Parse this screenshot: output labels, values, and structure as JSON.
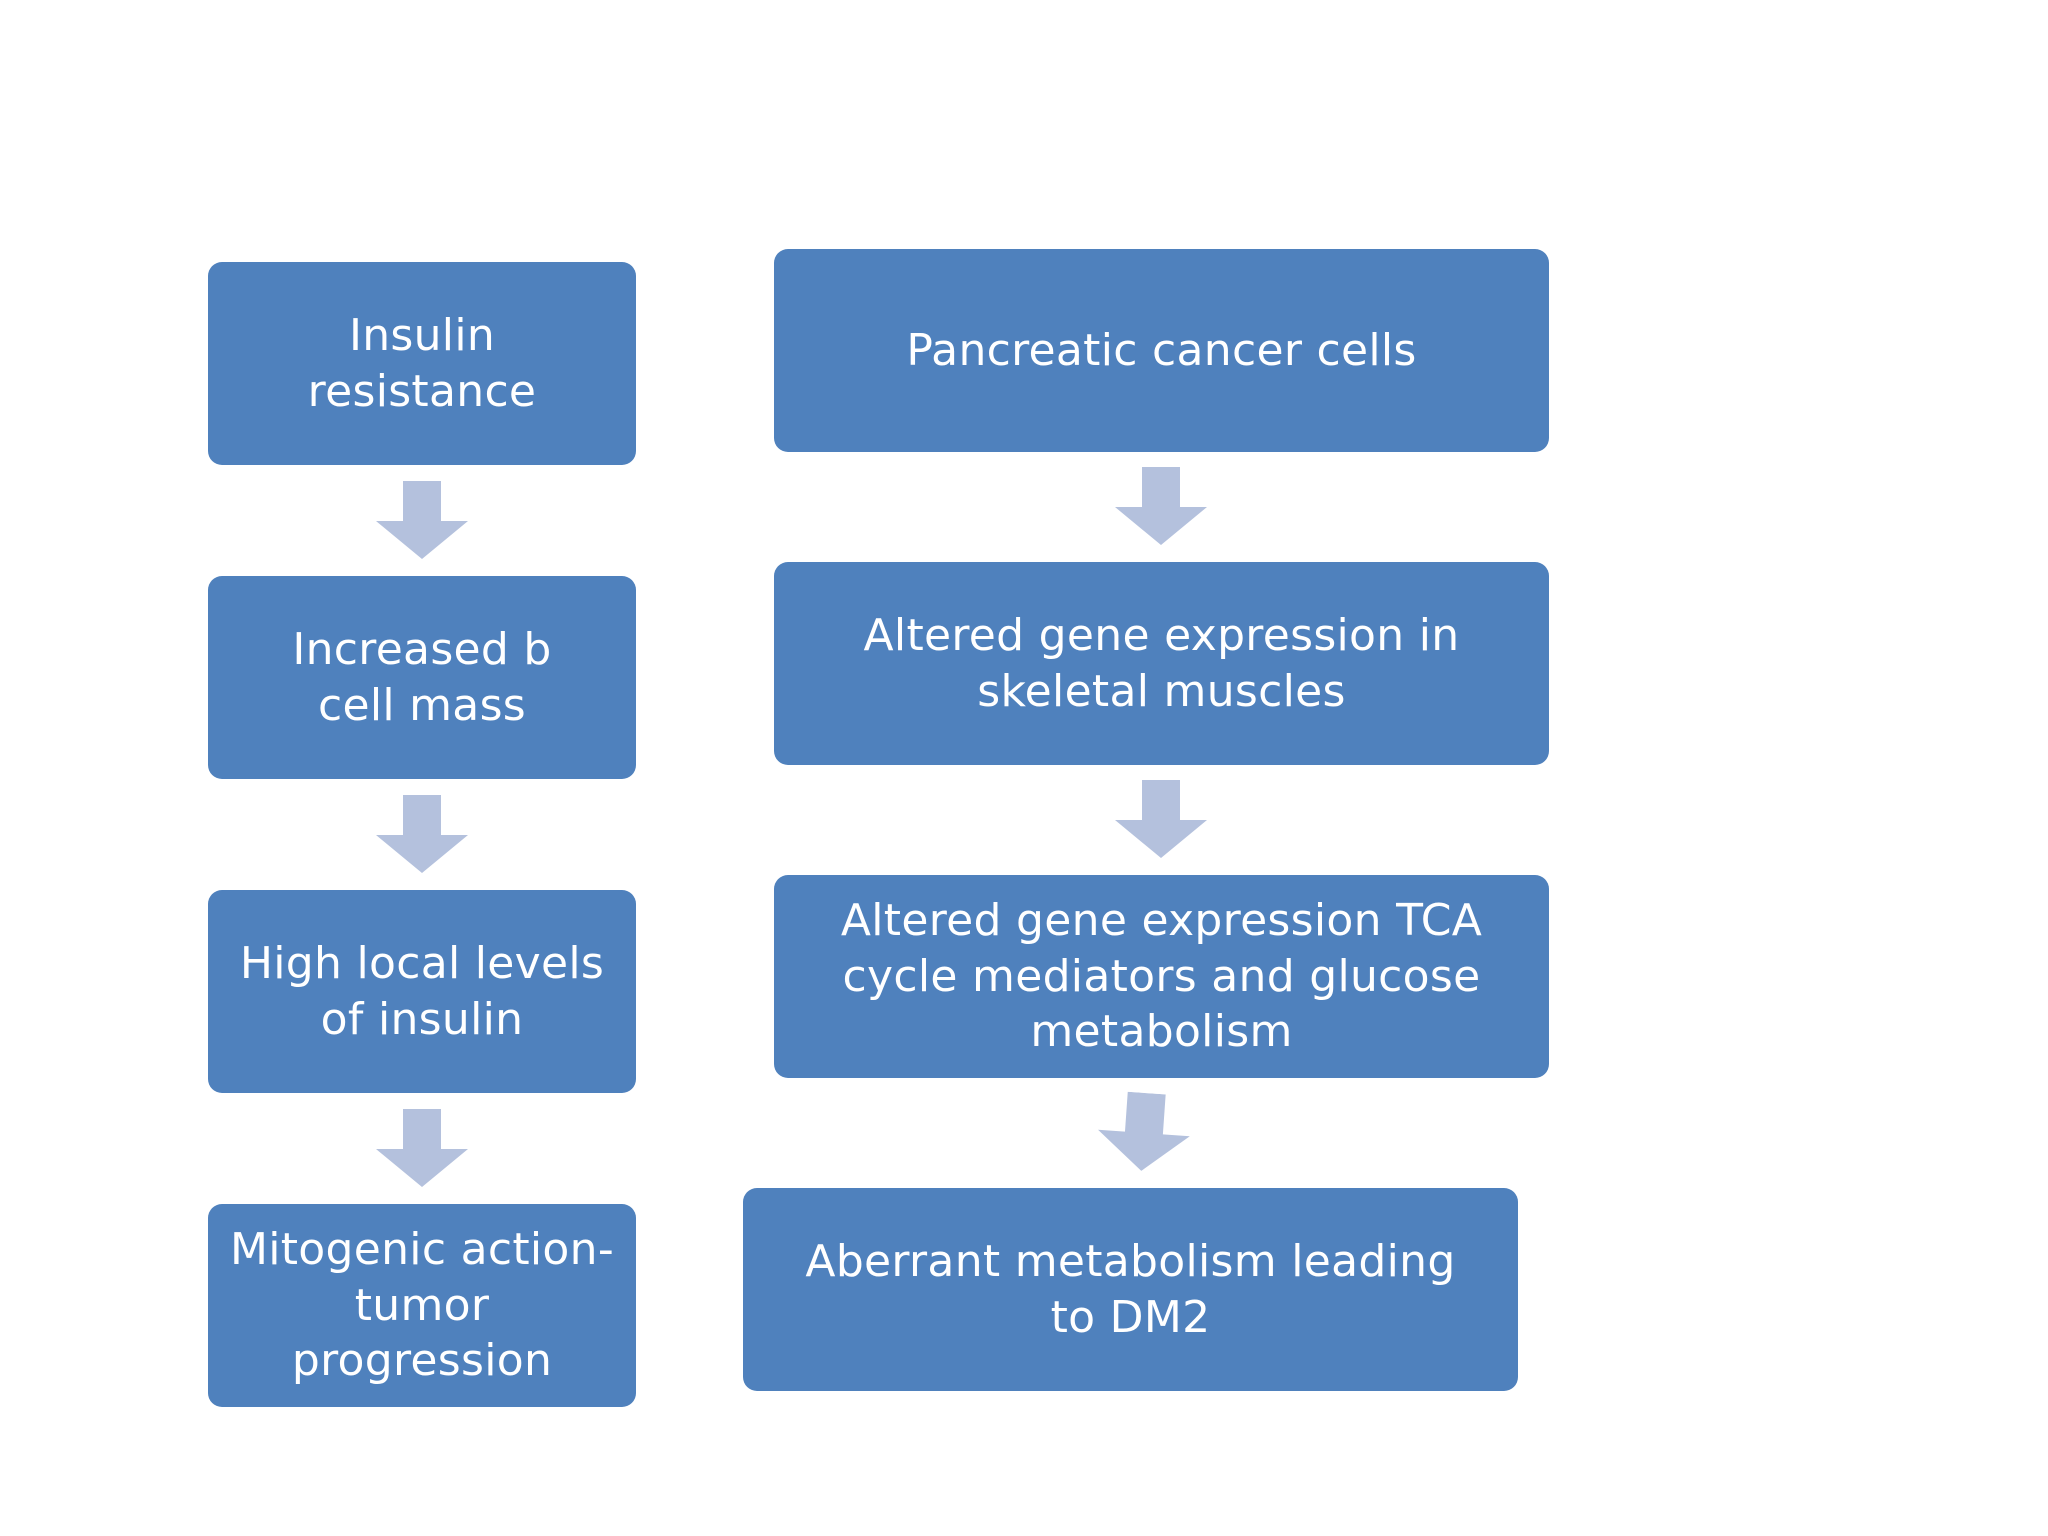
{
  "diagram": {
    "left_column": [
      {
        "label": "Insulin resistance"
      },
      {
        "label": "Increased b cell mass"
      },
      {
        "label": "High local levels of insulin"
      },
      {
        "label": "Mitogenic action- tumor progression"
      }
    ],
    "right_column": [
      {
        "label": "Pancreatic cancer cells"
      },
      {
        "label": "Altered gene expression in skeletal muscles"
      },
      {
        "label": "Altered gene expression TCA cycle mediators and glucose metabolism"
      },
      {
        "label": "Aberrant metabolism leading to DM2"
      }
    ],
    "colors": {
      "box_fill": "#4f81bd",
      "box_text": "#ffffff",
      "arrow_fill": "#b4c1dd",
      "background": "#ffffff"
    }
  }
}
